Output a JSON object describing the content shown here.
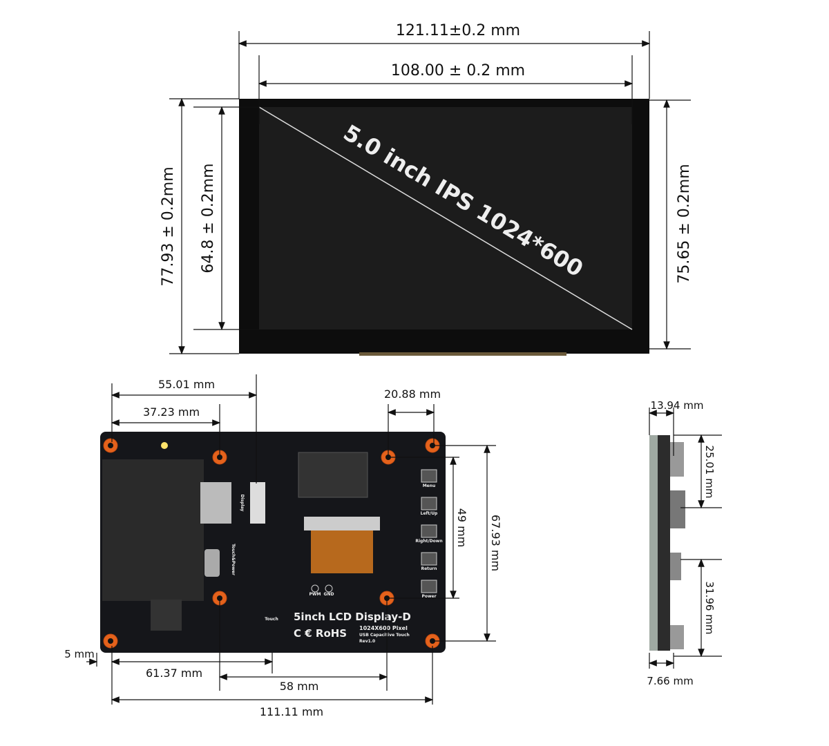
{
  "front_view": {
    "screen_label": "5.0 inch IPS 1024*600",
    "width_outer": "121.11±0.2 mm",
    "width_active": "108.00 ± 0.2 mm",
    "height_outer": "77.93 ± 0.2mm",
    "height_active": "64.8 ± 0.2mm",
    "height_right": "75.65 ± 0.2mm"
  },
  "back_view": {
    "dim_55": "55.01 mm",
    "dim_37": "37.23 mm",
    "dim_20": "20.88 mm",
    "dim_49": "49 mm",
    "dim_67": "67.93 mm",
    "dim_5": "5 mm",
    "dim_61": "61.37 mm",
    "dim_58": "58 mm",
    "dim_111": "111.11 mm",
    "board_title": "5inch LCD Display-D",
    "certs": "C € RoHS",
    "pixel": "1024X600 Pixel",
    "touch": "USB Capacitive Touch",
    "rev": "Rev1.0",
    "pwm": "PWM",
    "gnd": "GND",
    "display_label": "Display",
    "touch_power": "Touch&Power",
    "touch_label": "Touch",
    "buttons": [
      "Menu",
      "Left/Up",
      "Right/Down",
      "Return",
      "Power"
    ]
  },
  "side_view": {
    "thickness": "13.94 mm",
    "dim_25": "25.01 mm",
    "dim_31": "31.96 mm",
    "dim_7": "7.66 mm"
  }
}
